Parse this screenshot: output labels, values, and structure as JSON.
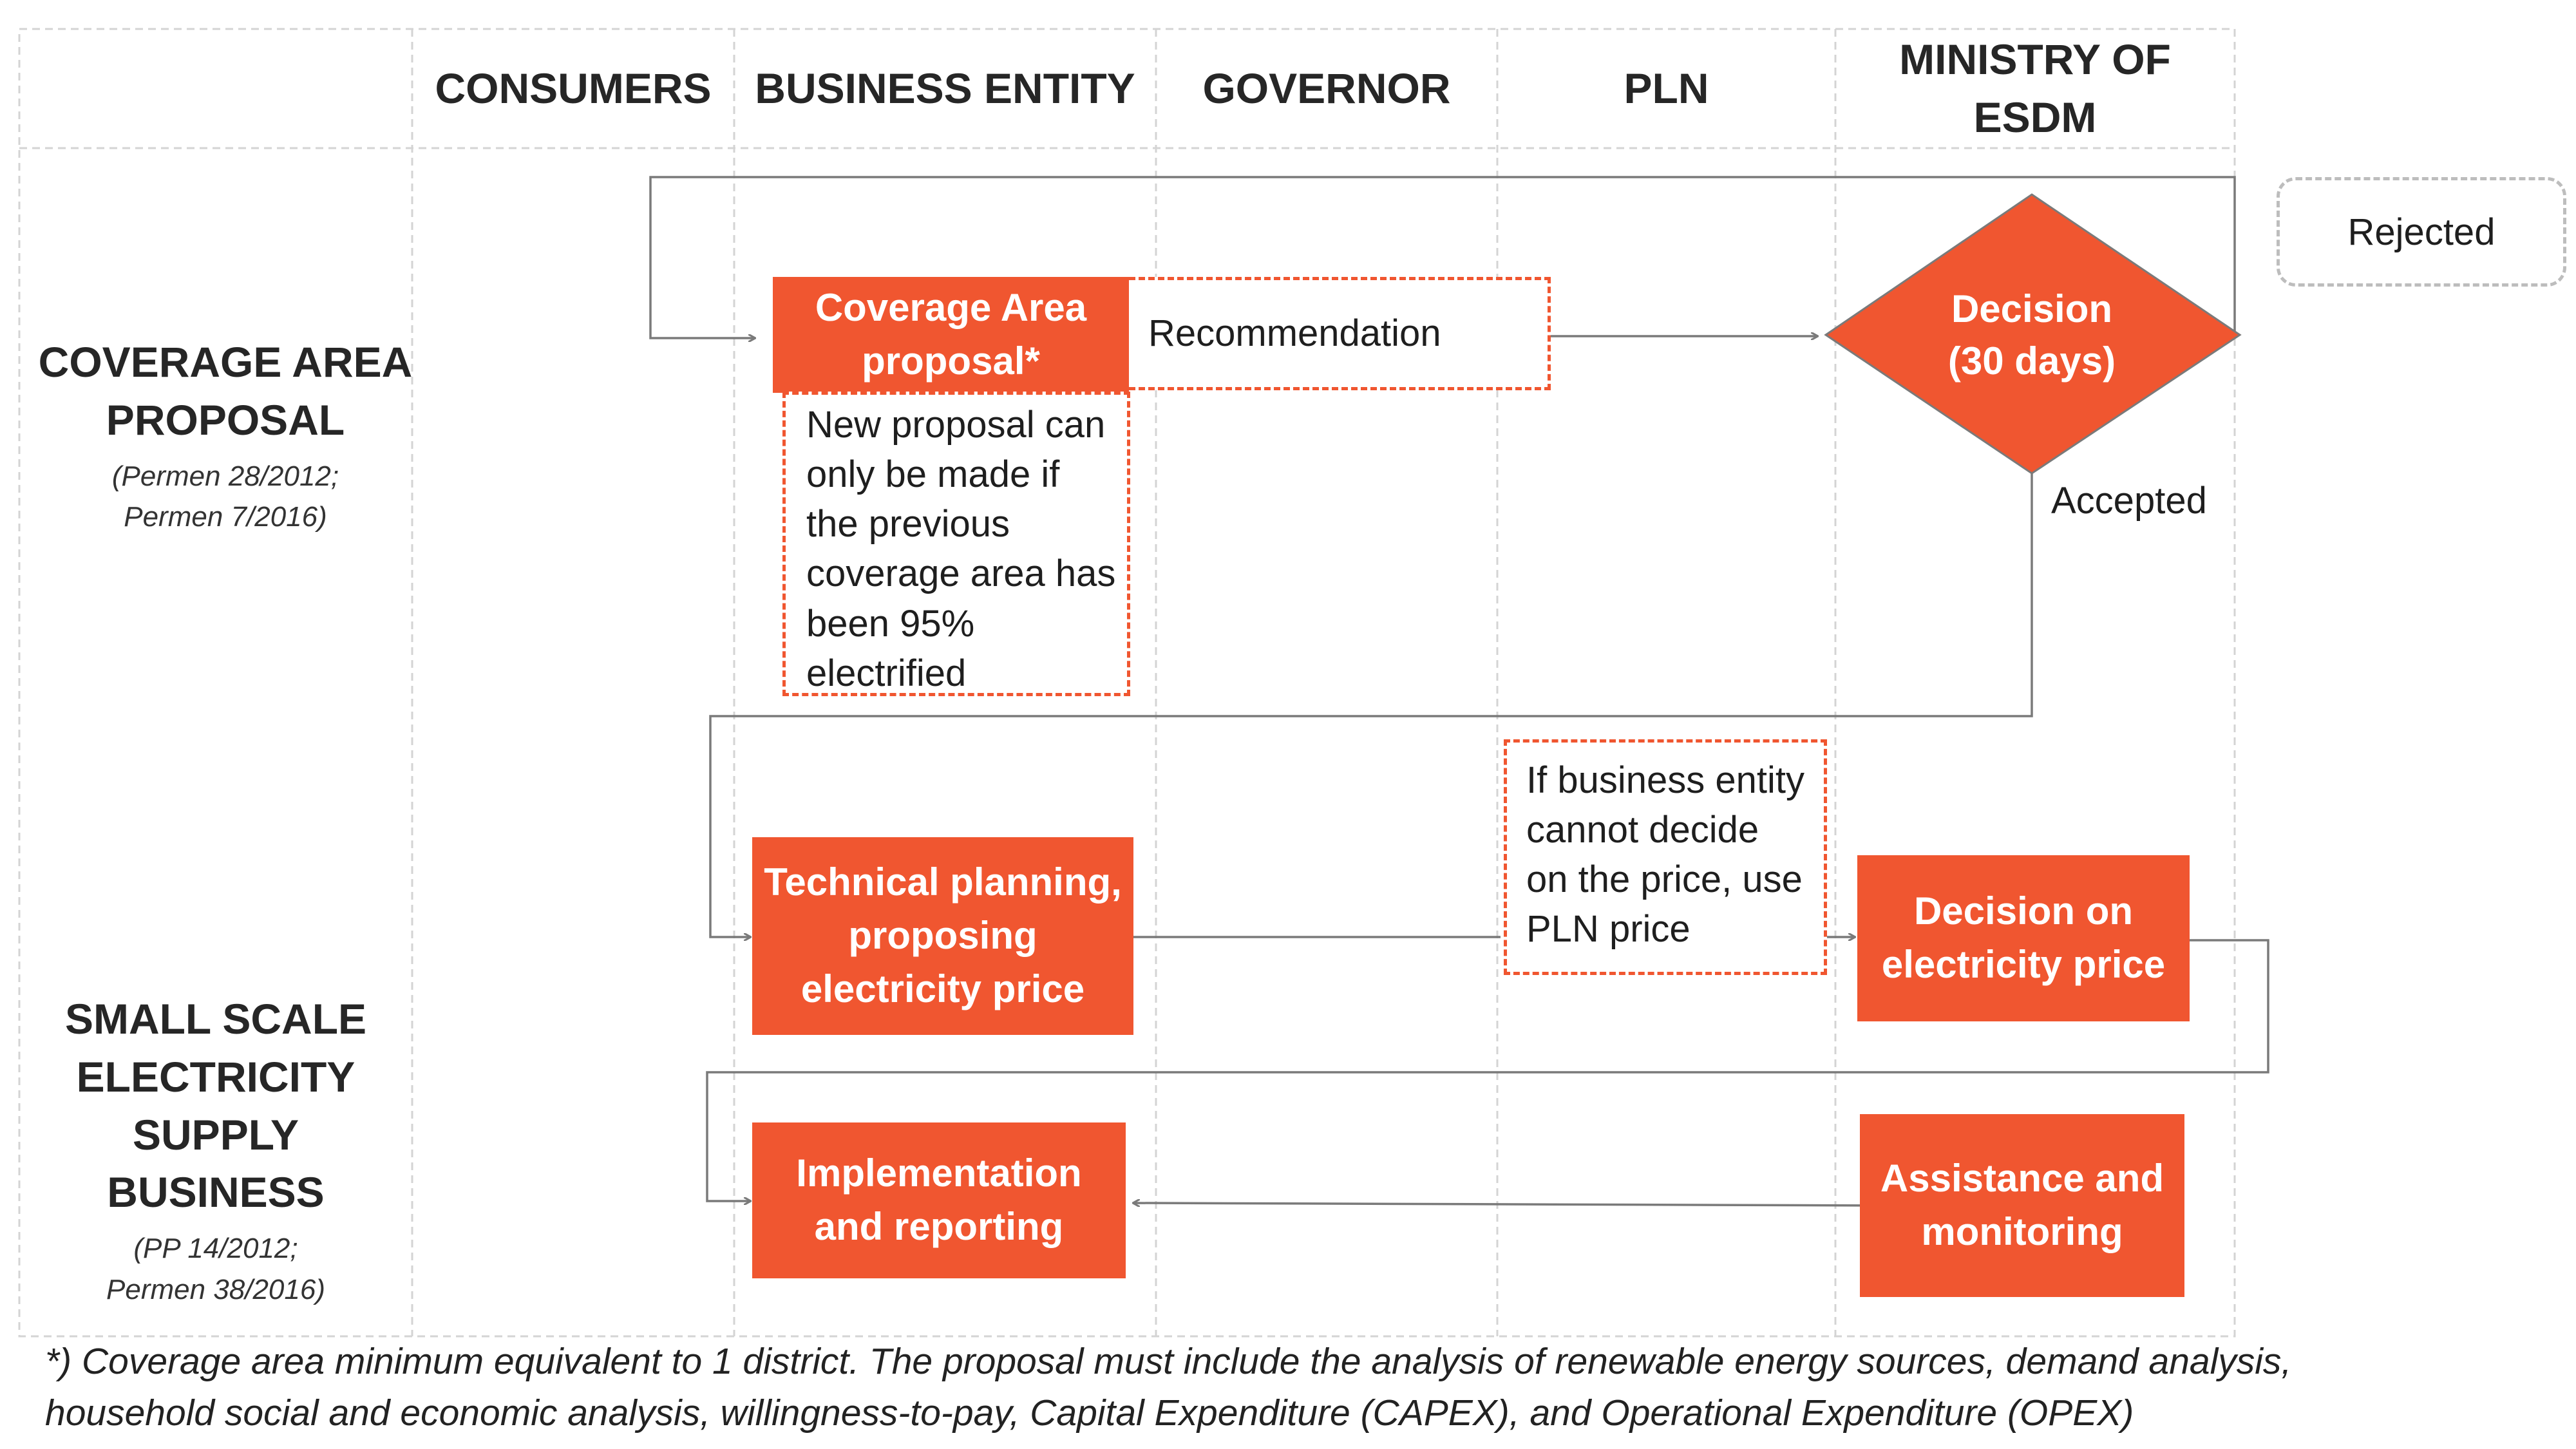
{
  "headers": {
    "consumers": "CONSUMERS",
    "business_entity": "BUSINESS ENTITY",
    "governor": "GOVERNOR",
    "pln": "PLN",
    "ministry": "MINISTRY OF\nESDM"
  },
  "rows": {
    "coverage": {
      "title": "COVERAGE AREA\nPROPOSAL",
      "subtitle": "(Permen 28/2012;\nPermen 7/2016)"
    },
    "small_scale": {
      "title": "SMALL SCALE\nELECTRICITY\nSUPPLY BUSINESS",
      "subtitle": "(PP 14/2012;\nPermen 38/2016)"
    }
  },
  "nodes": {
    "coverage_proposal": "Coverage Area\nproposal*",
    "proposal_note": "New proposal can\nonly be made if\nthe previous\ncoverage area has\nbeen 95%\nelectrified",
    "recommendation": "Recommendation",
    "decision": "Decision\n(30 days)",
    "rejected": "Rejected",
    "accepted": "Accepted",
    "technical_planning": "Technical planning,\nproposing\nelectricity price",
    "pln_note": "If business entity\ncannot decide\non the price, use\nPLN price",
    "decision_price": "Decision on\nelectricity price",
    "implementation": "Implementation\nand reporting",
    "assistance": "Assistance and\nmonitoring"
  },
  "footnote": "*) Coverage area minimum equivalent to 1 district. The proposal must include the analysis of renewable energy sources, demand analysis,\nhousehold social and economic analysis, willingness-to-pay, Capital Expenditure (CAPEX), and Operational Expenditure (OPEX)",
  "colors": {
    "accent": "#F05630",
    "grid": "#d4d4d4",
    "connector": "#7a7a7a"
  }
}
